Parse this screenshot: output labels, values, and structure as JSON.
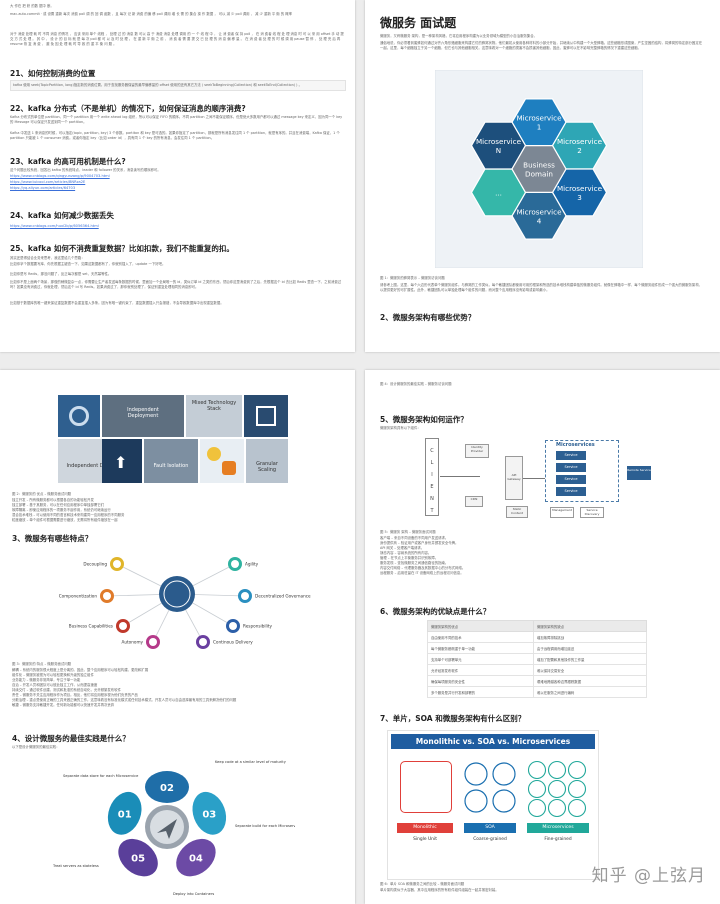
{
  "page1": {
    "top_note": "大 作在 把 获 的数 据中 断。",
    "top_para": "mac.auto.commit · 或 设置 重新 每次 消费 poll 调 的 回 调 函数 ，且 每次 记 新 消费 的偏 移 poll 调用 增 长 需 的 集合 操 作 数据 ， 可以 减 少 poll 调用 ， 减 少 重新 平 衡 的 概率",
    "para2": "对于 消费 处理 耗 时 不同 消息 的情况 ， 应该 采用 单个 线程 ， 处理 过 的 消息 数 可以 高 于 消费 消息 处理 调用 的 一 个 线 程 中 ， 让 消 费者 保 持 poll ， 在 消 费者 线 程 处 理 消息 时 可 以 采 用 offset 手 动 提 交 方 式 处 理 。 其 中 ， 设 计 的 目 标 就 是 每 次 poll 都 可 以 及 时 处 理 。 在 重 新 平 衡 之 前 ， 消 费 者 需 要 提 交 已 处 理 的 消 息 偏 移 量 。 在 消 费 者 处 理 的 时 候 调 用 pause 暂 停 ， 处 理 完 后 再 resume 恢 复 消 费 ， 避 免 因 处 理 耗 时 导 致 的 重 平 衡 问 题 。",
    "s21": "21、如何控制消费的位置",
    "s21_text": "kafka 使用 seek(TopicPartition, long)指定新的消费位置。用于查找服务器保留的最早偏移量的 offset 使用的还有其它方法 ( seekToBeginning(Collection) 和 seekToEnd(Collection) ) 。",
    "s22": "22、kafka 分布式（不是单机）的情况下，如何保证消息的顺序消费?",
    "s22_text1": "Kafka 分布式的单位是 partition，同一个 partition 用一个 write ahead log 组织，所以可以保证 FIFO 的顺序。不同 partition 之间不能保证顺序。但是绝大多数用户都可以通过 message key 来定义，因为同一个 key 的 Message 可以保证只发送到同一个 partition。",
    "s22_text2": "Kafka 中发送 1 条消息的时候，可以指定(topic, partition, key) 3 个参数。partiton 和 key 是可选的。如果你指定了 partition，那就是所有消息发往同 1 个 partition，就是有序的。并且在消费端，Kafka 保证，1 个 partition 只能被 1 个 consumer 消费。或者你指定 key（比如 order id），具有同 1 个 key 的所有消息，会发往同 1 个 partition。",
    "s23": "23、kafka 的高可用机制是什么?",
    "s23_text": "这个问题比较系统，回答出 kafka 的系统特点，leader 和 follower 的关系，消息读写的顺序即可。",
    "s23_link1": "https://www.cnblogs.com/qingyunzong/p/9004703.html",
    "s23_link2": "https://www.tuicool.com/articles/BNRza2E",
    "s23_link3": "https://yq.aliyun.com/articles/64703",
    "s24": "24、kafka 如何减少数据丢失",
    "s24_link": "https://www.cnblogs.com/huxi2b/p/6056364.html",
    "s25": "25、kafka 如何不消费重复数据？比如扣款，我们不能重复的扣。",
    "s25_text1": "其实还是得结合业务来思考，我这里给几个思路：",
    "s25_text2": "比如你拿个数据要写库，你先根据主键查一下，如果这数据都有了，你就别插入了，update 一下好吧。",
    "s25_text3": "比如你是写 Redis，那没问题了，反正每次都是 set，天然幂等性。",
    "s25_text4": "比如你不是上面两个场景，那做的稍微复杂一点，你需要让生产者发送每条数据的时候，里面加一个全局唯一的 id，类似订单 id 之类的东西，然后你这里消费到了之后，先根据这个 id 去比如 Redis 里查一下，之前消费过吗？如果没有消费过，你就处理，然后这个 id 写 Redis。如果消费过了，那你就别处理了，保证别重复处理相同的消息即可。",
    "s25_text5": "比如基于数据库的唯一键来保证重复数据不会重复插入多条。因为有唯一键约束了，重复数据插入只会报错，不会导致数据库中出现重复数据。"
  },
  "page2": {
    "title": "微服务 面试题",
    "intro1": "微服务，又称微服务 架构，是一种架构风格，它将应用程序构建为以业务领域为模型的小自治服务集合。",
    "intro2": "通俗地说，你必须看到蜜蜂如何通过对齐六角形蜡细胞来构建它们的蜂窝状物。他们最初从使用各种材料的小部分开始，并继续从中构建一个大型蜂箱。这些细胞形成图案，产生坚固的结构，将蜂窝的特定部分固定在一起。这里，每个细胞独立于另一个细胞，但它也与其他细胞相关。这意味着对一个细胞的损害不会损害其他细胞，因此，蜜蜂可以在不影响完整蜂箱的情况下重建这些细胞。",
    "hex_center": [
      "Business",
      "Domain"
    ],
    "hex_labels": [
      [
        "Microservice",
        "1"
      ],
      [
        "Microservice",
        "2"
      ],
      [
        "Microservice",
        "3"
      ],
      [
        "Microservice",
        "4"
      ],
      [
        "..."
      ],
      [
        "Microservice",
        "N"
      ]
    ],
    "caption": "图 1：微服务的蜂窝表示 – 微服务访谈问题",
    "cap_text": "请参考上图。这里，每个六边形代表单个微服务组件。与蜂窝的工作类似，每个敏捷团队都使用可用的框架和所选的技术堆栈构建单独的微服务组件。就像在蜂箱中一样，每个微服务组件形成一个强大的微服务架构，以提供更好的可扩展性。此外，敏捷团队可以单独处理每个组件的问题，而对整个应用程序没有影响或影响最小。",
    "s2": "2、微服务架构有哪些优势？"
  },
  "page3": {
    "features": [
      "Independent Deployment",
      "Mixed Technology Stack",
      "Independent Development",
      "Fault Isolation",
      "Granular Scaling"
    ],
    "cap1": "图 2：微服务的 优点 – 微服务面试问题",
    "bullets1": [
      "独立开发 – 所有微服务都可以根据各自的功能轻松开发",
      "独立部署 – 基于其服务，可以在任何应用程序中单独部署它们",
      "故障隔离 – 即使应用程序的一项服务不起作用，系统仍可继续运行",
      "混合技术堆栈 – 可以使用不同的语言和技术来构建同一应用程序的不同服务",
      "粒度缩放 – 单个组件可根据需要进行缩放，无需将所有组件缩放在一起"
    ],
    "s3": "3、微服务有哪些特点？",
    "char_labels": [
      "Decoupling",
      "Agility",
      "Componentization",
      "Decentralized Governance",
      "Business Capabilities",
      "Responsibility",
      "Autonomy",
      "Continous Delivery"
    ],
    "cap2": "图 3：微服务的 特点 – 微服务面试问题",
    "bullets2": [
      "解耦 – 系统内的服务很大程度上是分离的。因此，整个应用程序可以轻松构建，更改和扩展",
      "组件化 – 微服务被视为可以轻松更换和升级的独立组件",
      "业务能力 – 微服务非常简单，专注于单一功能",
      "自治 – 开发人员和团队可以彼此独立工作，从而提高速度",
      "持续交付 – 通过软件创建，测试和批准的系统自动化，允许频繁发布软件",
      "责任 – 微服务不关注应用程序作为项目。相反，他们将应用程序视为他们负责的产品",
      "分散治理 – 重点是使用正确的工具来做正确的工作。这意味着没有标准化模式或任何技术模式。开发人员可以自由选择最有用的工具来解决他们的问题",
      "敏捷 – 微服务支持敏捷开发。任何新功能都可以快速开发并再次丢弃"
    ],
    "s4": "4、设计微服务的最佳实践是什么？",
    "s4_sub": "以下是设计微服务的最佳实践：",
    "step_nums": [
      "01",
      "02",
      "03",
      "04",
      "05"
    ],
    "step_labels": [
      "Separate data store for each Microservice",
      "Keep code at a similar level of maturity",
      "Separate build for each Microservice",
      "Deploy into Containers",
      "Treat servers as stateless"
    ]
  },
  "page4": {
    "top": "图 4：设计微服务的最佳实践 – 微服务访谈问题",
    "s5": "5、微服务架构如何运作？",
    "s5_sub": "微服务架构具有以下组件：",
    "client_letters": [
      "C",
      "L",
      "I",
      "E",
      "N",
      "T"
    ],
    "boxes": [
      "Identity Provider",
      "API Gateway",
      "CDN",
      "Static Content",
      "Management",
      "Service Discovery",
      "Remote Service"
    ],
    "ms_title": "Microservices",
    "service_label": "Service",
    "cap5": "图 5：微服务 架构 – 微服务面试问题",
    "bullets5": [
      "客户端 – 来自不同设备的不同用户发送请求。",
      "身份提供商 – 验证用户或客户身份并颁发安全令牌。",
      "API 网关 – 处理客户端请求。",
      "静态内容 – 容纳系统的所有内容。",
      "管理 – 在节点上平衡服务并识别故障。",
      "服务发现 – 查找微服务之间通信路径的指南。",
      "内容交付网络 – 代理服务器及其数据中心的分布式网络。",
      "远程服务 – 启用驻留在 IT 设备网络上的远程访问信息。"
    ],
    "s6": "6、微服务架构的优缺点是什么？",
    "table_headers": [
      "微服务架构的优点",
      "微服务架构的缺点"
    ],
    "table_rows": [
      [
        "自由使用不同的技术",
        "增加故障排除挑战"
      ],
      [
        "每个微服务都侧重于单一功能",
        "由于远程调用而增加延迟"
      ],
      [
        "支持单个可部署单元",
        "增加了配置和其他操作的工作量"
      ],
      [
        "允许经常发布软件",
        "难以保持交易安全"
      ],
      [
        "确保每项服务的安全性",
        "艰难地跨越各种边界跟踪数据"
      ],
      [
        "多个服务是并行开发和部署的",
        "难以在服务之间进行编码"
      ]
    ],
    "s7": "7、单片，SOA 和微服务架构有什么区别？",
    "cmp_title": "Monolithic vs. SOA vs. Microservices",
    "cmp_labels": [
      "Monolithic",
      "SOA",
      "Microservices"
    ],
    "cmp_subs": [
      "Single Unit",
      "Coarse-grained",
      "Fine-grained"
    ],
    "colors": {
      "mono": "#e0403a",
      "soa": "#1a6fb0",
      "micro": "#21a89a"
    },
    "cap7": "图 6：单片 SOA 和微服务之间的比较 – 微服务面试问题",
    "cap7_text": "单片架构类似于大容器，其中应用程序的所有软件组件组装在一起并紧密封装。",
    "watermark": "知乎 @上弦月"
  }
}
